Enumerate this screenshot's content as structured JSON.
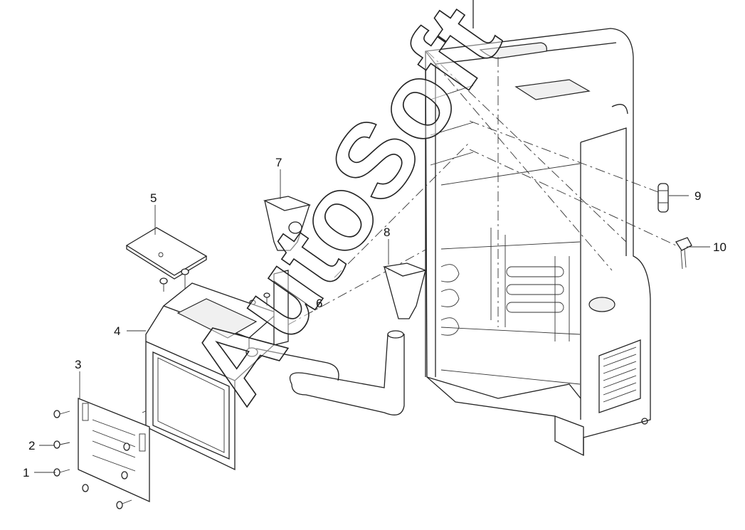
{
  "diagram": {
    "callouts": [
      {
        "id": "c1",
        "label": "1"
      },
      {
        "id": "c2",
        "label": "2"
      },
      {
        "id": "c3",
        "label": "3"
      },
      {
        "id": "c4",
        "label": "4"
      },
      {
        "id": "c5",
        "label": "5"
      },
      {
        "id": "c6",
        "label": "6"
      },
      {
        "id": "c7",
        "label": "7"
      },
      {
        "id": "c8",
        "label": "8"
      },
      {
        "id": "c9",
        "label": "9"
      },
      {
        "id": "c10",
        "label": "10"
      }
    ],
    "watermark": "AutoSoft"
  }
}
